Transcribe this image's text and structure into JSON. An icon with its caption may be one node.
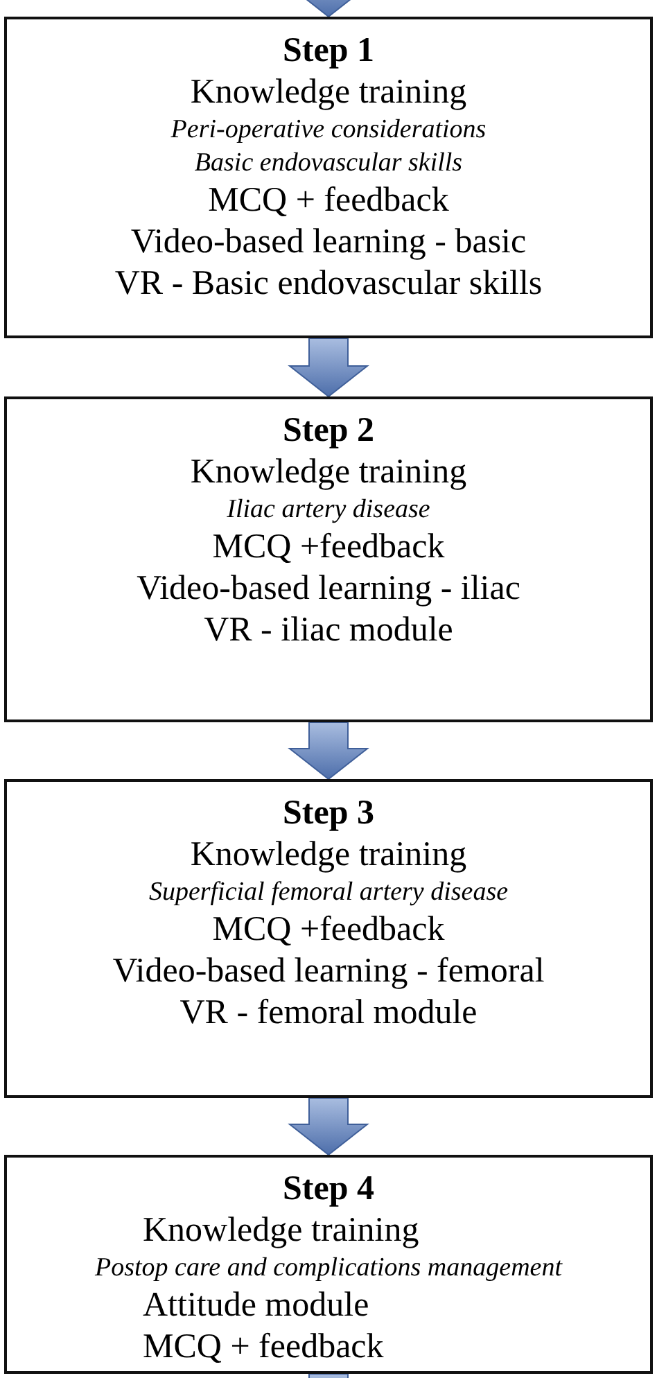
{
  "diagram": {
    "nodes": [
      {
        "text": [
          "Step 1",
          "Knowledge training",
          "Peri-operative considerations",
          "Basic endovascular skills",
          "MCQ + feedback",
          "Video-based learning - basic",
          "VR - Basic endovascular skills"
        ]
      },
      {
        "text": [
          "Step 2",
          "Knowledge training",
          "Iliac artery disease",
          "MCQ +feedback",
          "Video-based learning - iliac",
          "VR - iliac module"
        ]
      },
      {
        "text": [
          "Step 3",
          "Knowledge training",
          "Superficial femoral artery disease",
          "MCQ +feedback",
          "Video-based learning - femoral",
          "VR - femoral module"
        ]
      },
      {
        "text": [
          "Step 4",
          "Knowledge training",
          "Postop care and complications management",
          "Attitude module",
          "MCQ + feedback"
        ]
      }
    ],
    "edges": [
      {
        "from": null,
        "to": 0,
        "arrow": "to"
      },
      {
        "from": 0,
        "to": 1,
        "arrow": "to"
      },
      {
        "from": 1,
        "to": 2,
        "arrow": "to"
      },
      {
        "from": 2,
        "to": 3,
        "arrow": "to"
      },
      {
        "from": 3,
        "to": null,
        "arrow": "none"
      }
    ]
  }
}
